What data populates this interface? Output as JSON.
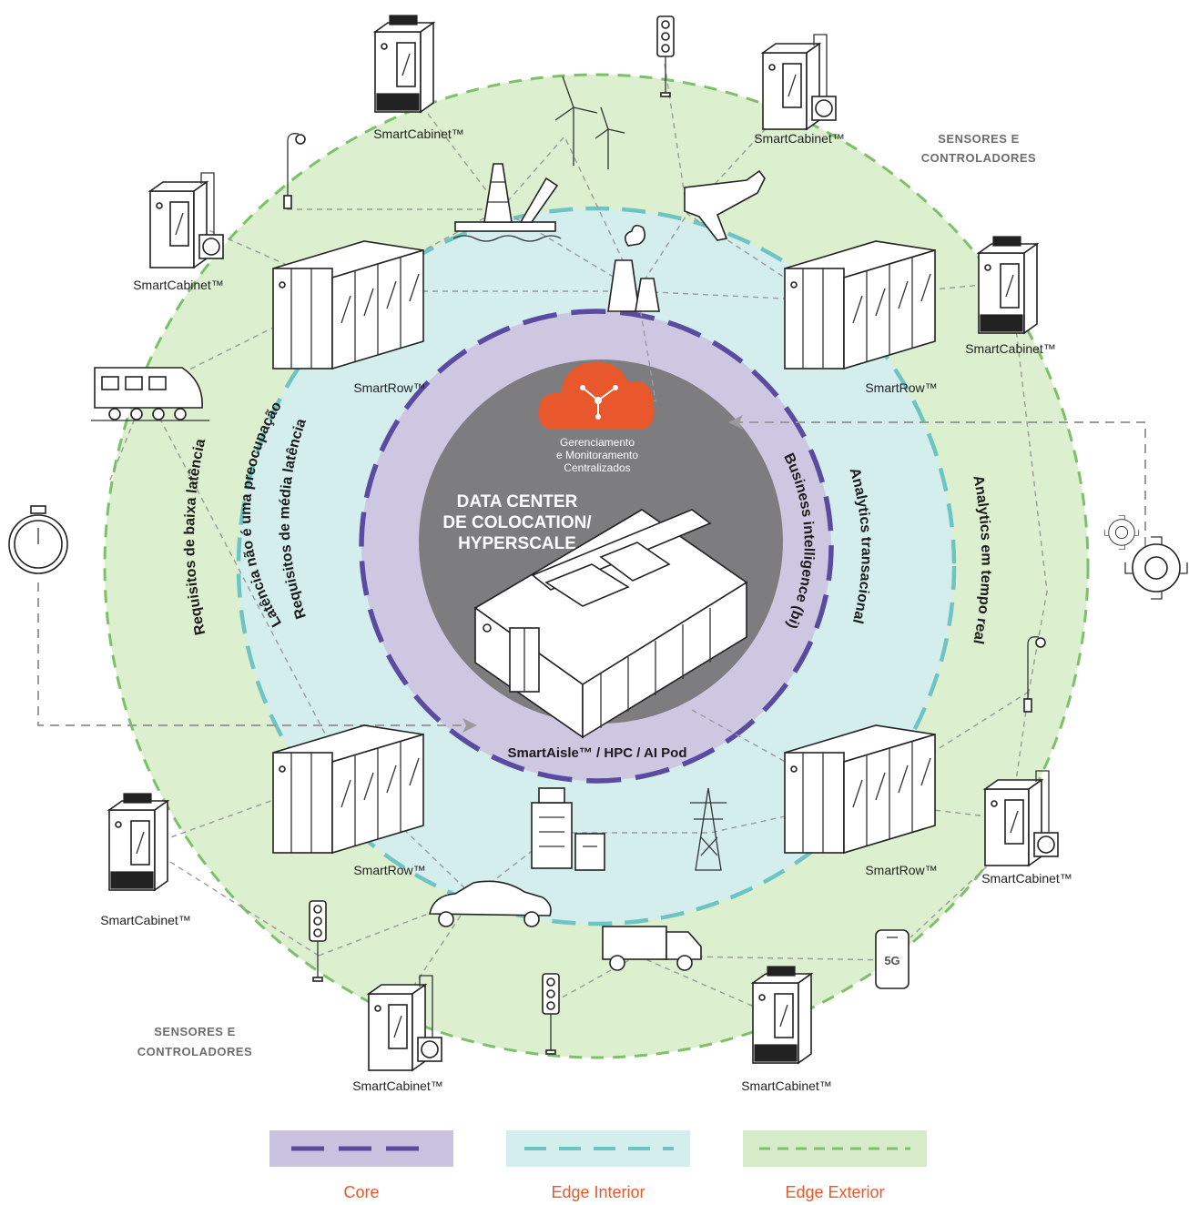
{
  "diagram": {
    "center": {
      "title_lines": [
        "DATA CENTER",
        "DE COLOCATION/",
        "HYPERSCALE"
      ],
      "cloud_caption_lines": [
        "Gerenciamento",
        "e Monitoramento",
        "Centralizados"
      ],
      "pod_label": "SmartAisle™ / HPC / AI Pod"
    },
    "ring_labels": {
      "core_left": "Latência não é uma preocupação",
      "core_right": "Business intelligence (bi)",
      "inner_left": "Requisitos de média latência",
      "inner_right": "Analytics transacional",
      "outer_left": "Requisitos de baixa latência",
      "outer_right": "Analytics em tempo real"
    },
    "sensors_label_lines": [
      "SENSORES E",
      "CONTROLADORES"
    ],
    "smartrow_labels": [
      "SmartRow™",
      "SmartRow™",
      "SmartRow™",
      "SmartRow™"
    ],
    "smartcabinet_labels": [
      "SmartCabinet™",
      "SmartCabinet™",
      "SmartCabinet™",
      "SmartCabinet™",
      "SmartCabinet™",
      "SmartCabinet™",
      "SmartCabinet™",
      "SmartCabinet™"
    ],
    "phone_badge": "5G"
  },
  "legend": {
    "items": [
      {
        "label": "Core",
        "bg": "#c9c3e0",
        "dash": "#5a4aa0"
      },
      {
        "label": "Edge Interior",
        "bg": "#d4eeee",
        "dash": "#6ec3c3"
      },
      {
        "label": "Edge Exterior",
        "bg": "#d6ecc8",
        "dash": "#7dc06a"
      }
    ]
  },
  "colors": {
    "outer_fill": "#dcefcf",
    "middle_fill": "#d4eeee",
    "core_fill": "#cdc7e2",
    "center_fill": "#7d7d7f",
    "cloud": "#e8582c",
    "label_accent": "#e8582c"
  }
}
